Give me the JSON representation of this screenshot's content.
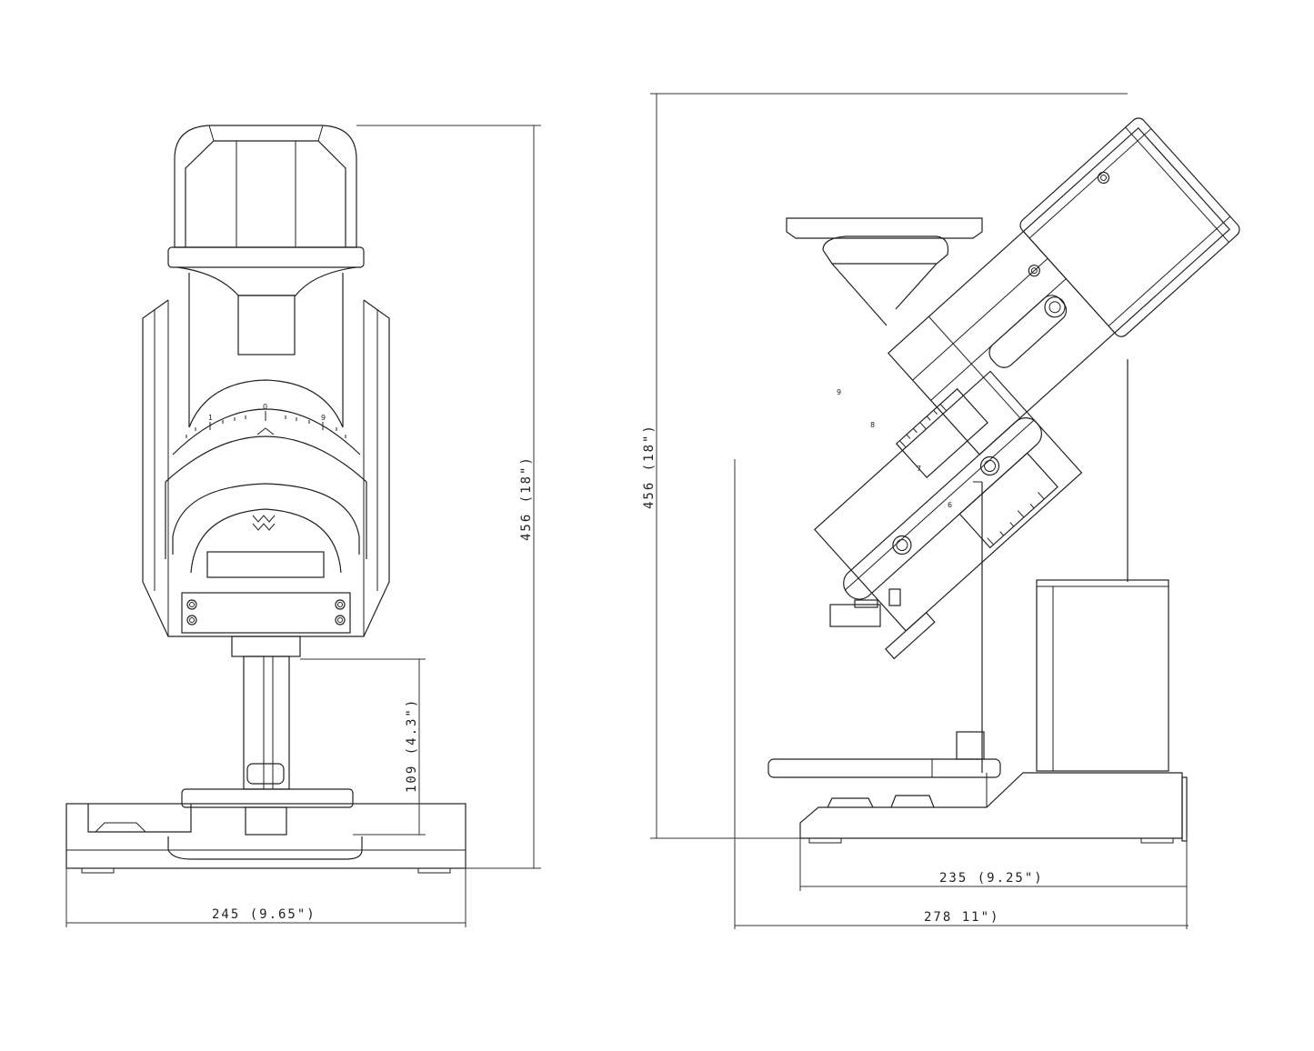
{
  "title": "Grinder technical drawing - front and side views",
  "front_view": {
    "dimensions": {
      "height": "456 (18\")",
      "width": "245 (9.65\")",
      "clearance": "109 (4.3\")"
    },
    "dial_labels": [
      "1",
      "0",
      "9"
    ]
  },
  "side_view": {
    "dimensions": {
      "height": "456 (18\")",
      "base_depth": "235 (9.25\")",
      "overall_depth": "278 11\")"
    },
    "dial_labels": [
      "9",
      "8",
      "7",
      "6"
    ]
  },
  "colors": {
    "line": "#222222",
    "background": "#ffffff"
  }
}
